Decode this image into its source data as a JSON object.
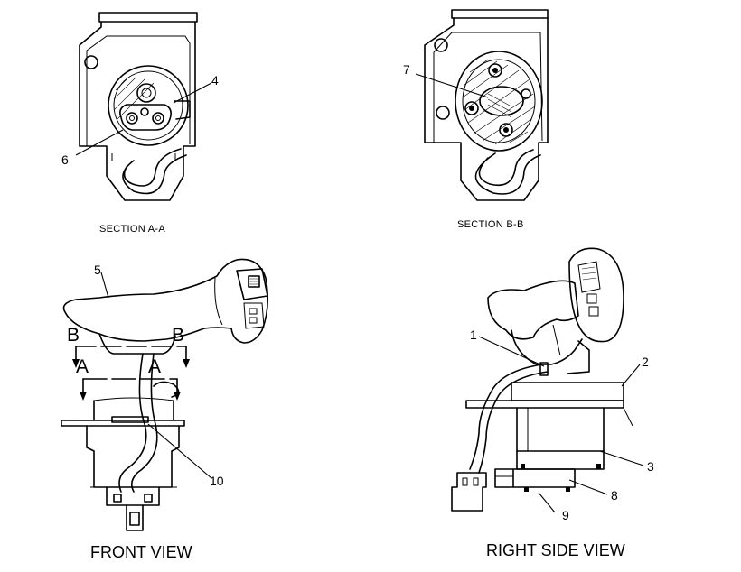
{
  "views": {
    "section_aa": "SECTION A-A",
    "section_bb": "SECTION  B-B",
    "front": "FRONT VIEW",
    "right_side": "RIGHT SIDE VIEW"
  },
  "cut_markers": {
    "b": "B",
    "a": "A"
  },
  "callouts": {
    "c1": "1",
    "c2": "2",
    "c3": "3",
    "c4": "4",
    "c5": "5",
    "c6": "6",
    "c7": "7",
    "c8": "8",
    "c9": "9",
    "c10": "10"
  }
}
